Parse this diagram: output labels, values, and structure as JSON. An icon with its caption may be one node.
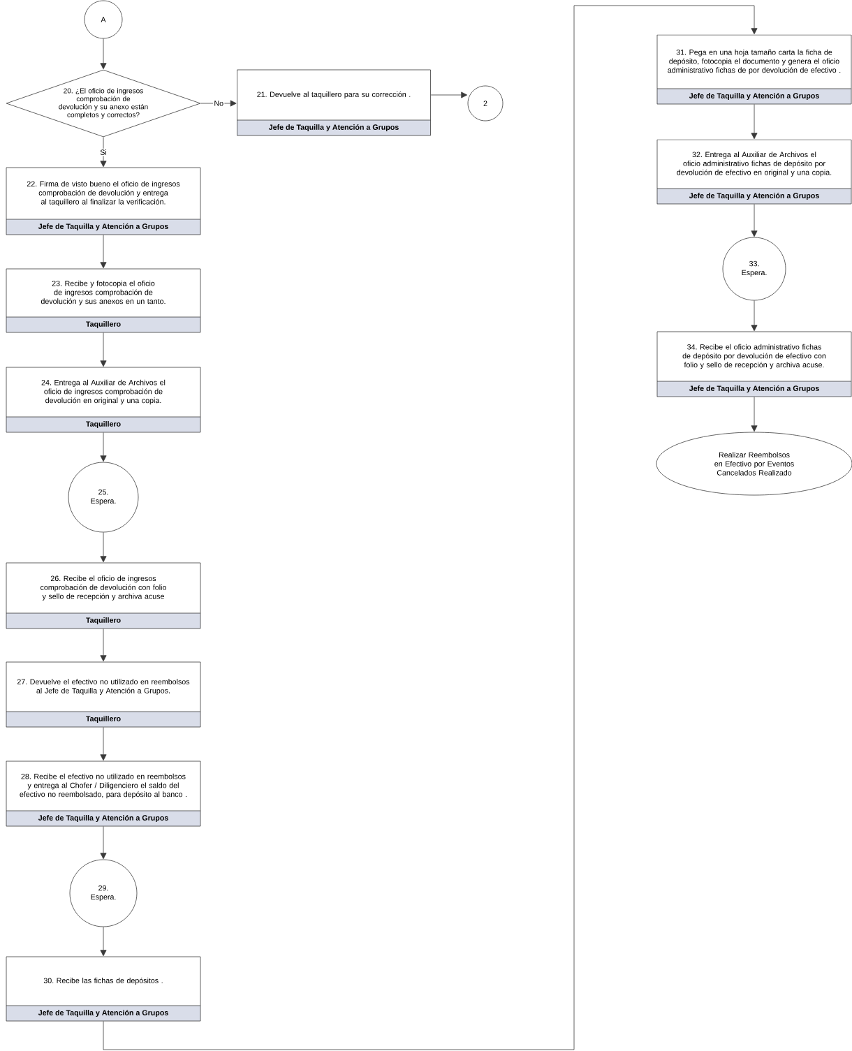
{
  "diagram": {
    "nodes": [
      {
        "text": [
          "A"
        ]
      },
      {
        "text": [
          "20. ¿El oficio de ingresos comprobación de devolución y su anexo están completos y correctos?"
        ]
      },
      {
        "text": [
          "21. Devuelve al taquillero para su corrección .",
          "Jefe de Taquilla y Atención a Grupos"
        ]
      },
      {
        "text": [
          "2"
        ]
      },
      {
        "text": [
          "22. Firma de visto bueno el oficio de ingresos comprobación de devolución y entrega al taquillero al finalizar la verificación.",
          "Jefe de Taquilla y Atención a Grupos"
        ]
      },
      {
        "text": [
          "23. Recibe y fotocopia el oficio de ingresos comprobación de devolución y sus anexos en un tanto.",
          "Taquillero"
        ]
      },
      {
        "text": [
          "24. Entrega al Auxiliar de Archivos el oficio de ingresos comprobación de devolución en original y una copia.",
          "Taquillero"
        ]
      },
      {
        "text": [
          "25. Espera."
        ]
      },
      {
        "text": [
          "26. Recibe el oficio de ingresos comprobación de devolución con folio y sello de recepción y archiva acuse",
          "Taquillero"
        ]
      },
      {
        "text": [
          "27. Devuelve el efectivo no utilizado en reembolsos al Jefe de Taquilla y Atención a Grupos.",
          "Taquillero"
        ]
      },
      {
        "text": [
          "28. Recibe el efectivo no utilizado en reembolsos y entrega al Chofer / Diligenciero el saldo del efectivo no reembolsado, para depósito al banco .",
          "Jefe de Taquilla y Atención a Grupos"
        ]
      },
      {
        "text": [
          "29. Espera."
        ]
      },
      {
        "text": [
          "30. Recibe las fichas de depósitos .",
          "Jefe de Taquilla y Atención a Grupos"
        ]
      },
      {
        "text": [
          "31. Pega en una hoja tamaño carta la ficha de depósito, fotocopia el documento y genera el oficio administrativo fichas de por devolución de efectivo .",
          "Jefe de Taquilla y Atención a Grupos"
        ]
      },
      {
        "text": [
          "32. Entrega al Auxiliar de Archivos el oficio administrativo fichas de depósito por devolución de efectivo en original y una copia.",
          "Jefe de Taquilla y Atención a Grupos"
        ]
      },
      {
        "text": [
          "33. Espera."
        ]
      },
      {
        "text": [
          "34. Recibe el oficio administrativo fichas de depósito por devolución de efectivo con folio y sello de recepción y archiva acuse.",
          "Jefe de Taquilla y Atención a Grupos"
        ]
      },
      {
        "text": [
          "Realizar Reembolsos en Efectivo por Eventos Cancelados Realizado"
        ]
      }
    ],
    "edges": [
      {
        "from": 0,
        "to": 1,
        "arrow": "to"
      },
      {
        "from": 1,
        "to": 2,
        "arrow": "to",
        "label": "No"
      },
      {
        "from": 2,
        "to": 3,
        "arrow": "to"
      },
      {
        "from": 1,
        "to": 4,
        "arrow": "to",
        "label": "Si"
      },
      {
        "from": 4,
        "to": 5,
        "arrow": "to"
      },
      {
        "from": 5,
        "to": 6,
        "arrow": "to"
      },
      {
        "from": 6,
        "to": 7,
        "arrow": "to"
      },
      {
        "from": 7,
        "to": 8,
        "arrow": "to"
      },
      {
        "from": 8,
        "to": 9,
        "arrow": "to"
      },
      {
        "from": 9,
        "to": 10,
        "arrow": "to"
      },
      {
        "from": 10,
        "to": 11,
        "arrow": "to"
      },
      {
        "from": 11,
        "to": 12,
        "arrow": "to"
      },
      {
        "from": 12,
        "to": 13,
        "arrow": "to"
      },
      {
        "from": 13,
        "to": 14,
        "arrow": "to"
      },
      {
        "from": 14,
        "to": 15,
        "arrow": "to"
      },
      {
        "from": 15,
        "to": 16,
        "arrow": "to"
      },
      {
        "from": 16,
        "to": 17,
        "arrow": "to"
      }
    ]
  }
}
